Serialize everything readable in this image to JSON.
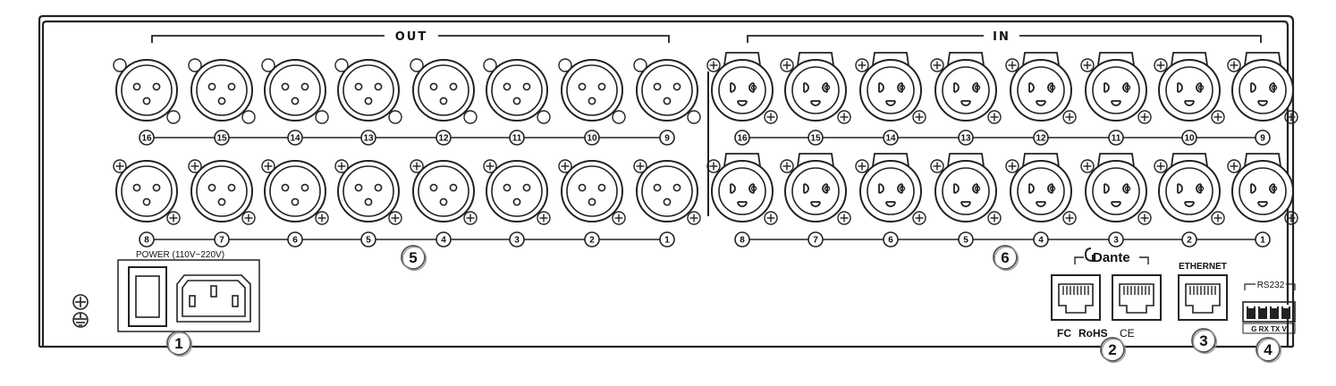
{
  "sections": {
    "out": "OUT",
    "in": "IN"
  },
  "out_ports": {
    "top": [
      "16",
      "15",
      "14",
      "13",
      "12",
      "11",
      "10",
      "9"
    ],
    "bottom": [
      "8",
      "7",
      "6",
      "5",
      "4",
      "3",
      "2",
      "1"
    ]
  },
  "in_ports": {
    "top": [
      "16",
      "15",
      "14",
      "13",
      "12",
      "11",
      "10",
      "9"
    ],
    "bottom": [
      "8",
      "7",
      "6",
      "5",
      "4",
      "3",
      "2",
      "1"
    ]
  },
  "labels": {
    "power": "POWER (110V~220V)",
    "dante": "Dante",
    "ethernet": "ETHERNET",
    "rs232": "RS232",
    "rs232_pins": "G RX TX V",
    "fcc": "FC",
    "rohs": "RoHS",
    "ce": "CE"
  },
  "callouts": [
    "1",
    "2",
    "3",
    "4",
    "5",
    "6"
  ]
}
